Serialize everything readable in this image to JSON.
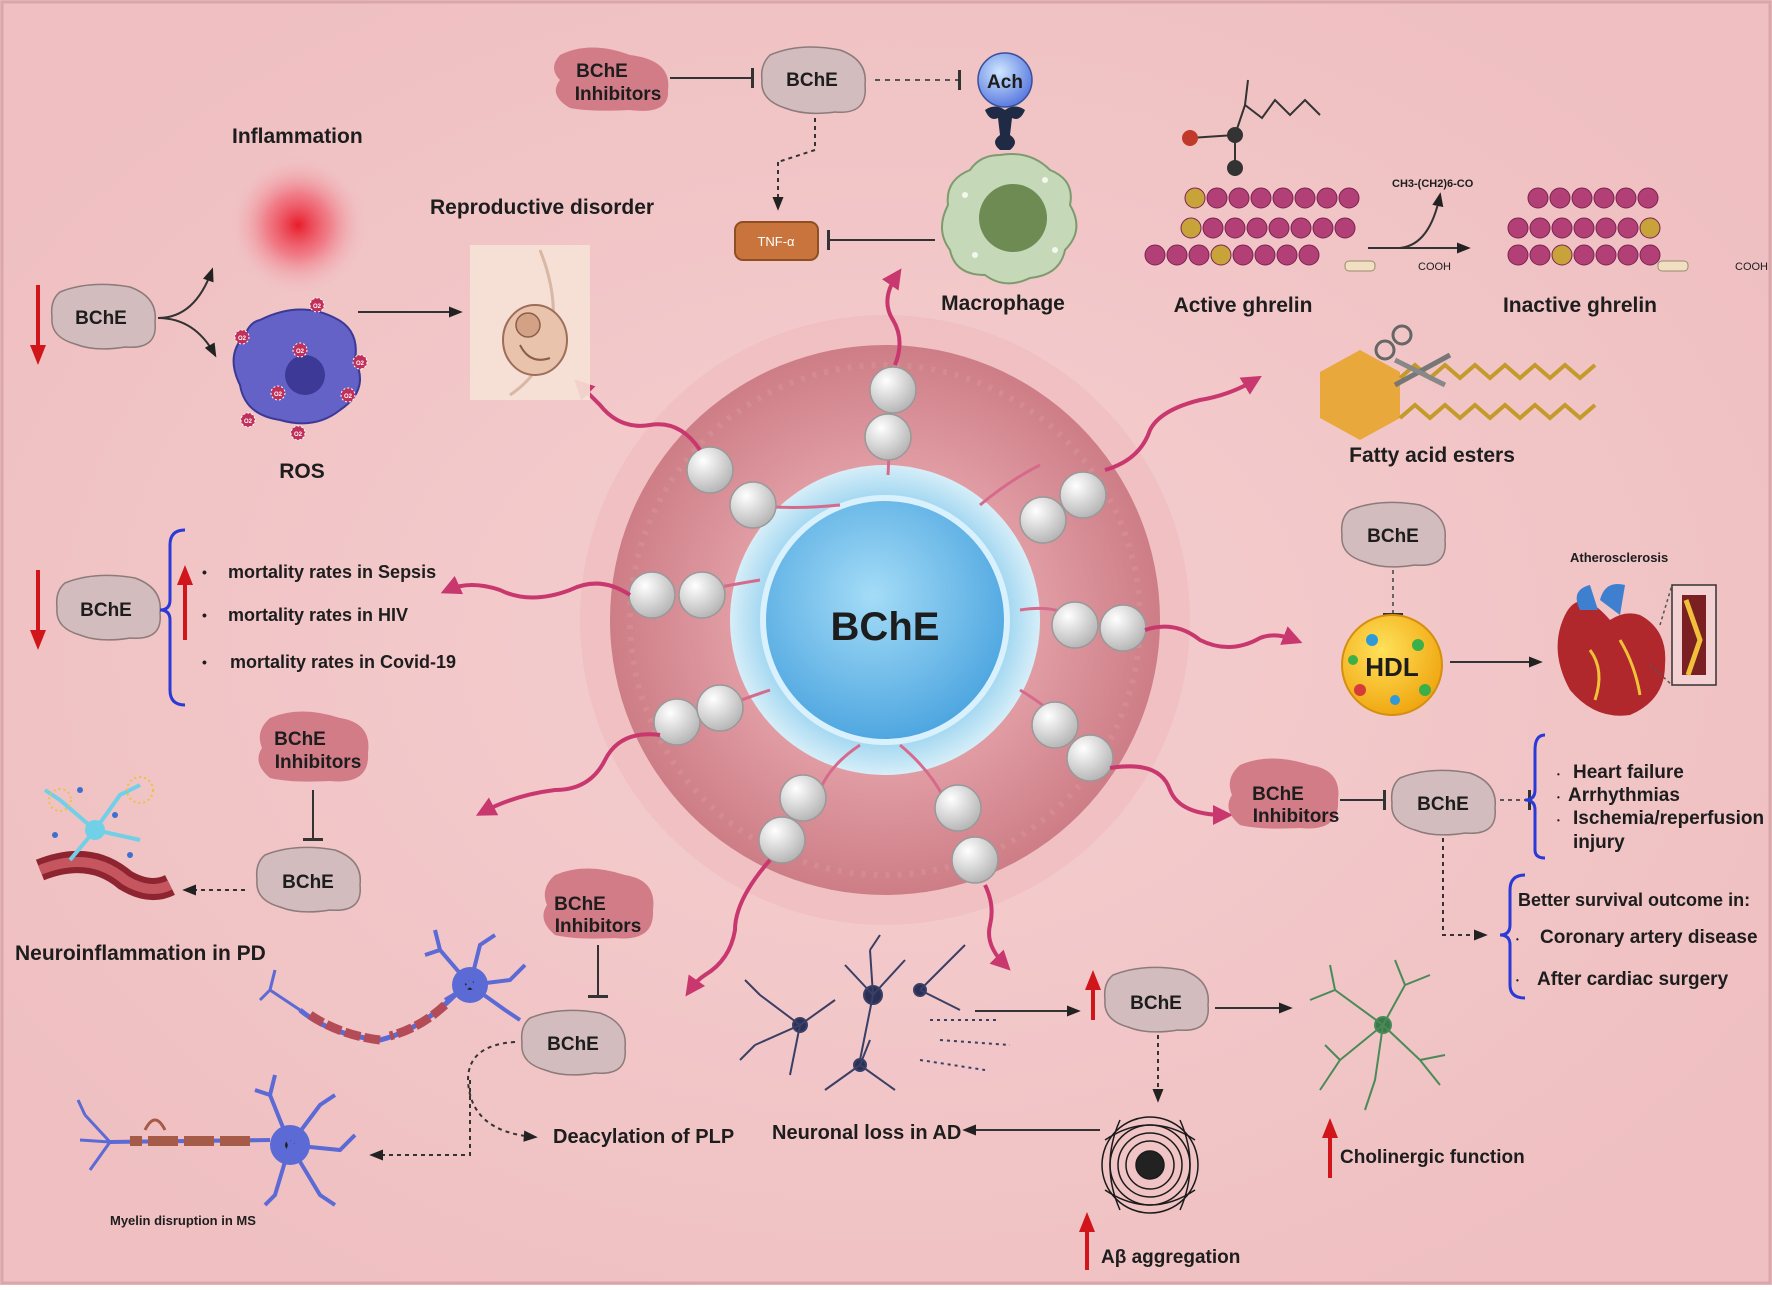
{
  "center": {
    "label": "BChE"
  },
  "top": {
    "bche": "BChE",
    "inhibitors": "BChE\nInhibitors",
    "ach": "Ach",
    "tnf": "TNF-α",
    "macrophage": "Macrophage"
  },
  "ghrelin": {
    "active": "Active ghrelin",
    "inactive": "Inactive ghrelin",
    "formula": "CH3-(CH2)6-CO",
    "cooh_left": "COOH",
    "cooh_right": "COOH"
  },
  "fatty": {
    "label": "Fatty acid esters"
  },
  "hdl": {
    "bche": "BChE",
    "hdl": "HDL",
    "atherosclerosis": "Atherosclerosis"
  },
  "cardio": {
    "inhibitors": "BChE\nInhibitors",
    "bche": "BChE",
    "effects": [
      "Heart failure",
      "Arrhythmias",
      "Ischemia/reperfusion",
      "injury"
    ],
    "survival_title": "Better survival outcome in:",
    "survival_items": [
      "Coronary artery disease",
      "After  cardiac surgery"
    ]
  },
  "ad": {
    "bche": "BChE",
    "neuronal_loss": "Neuronal loss in AD",
    "cholinergic": "Cholinergic function",
    "abeta": "Aβ aggregation"
  },
  "ms": {
    "inhibitors": "BChE\nInhibitors",
    "bche": "BChE",
    "plp": "Deacylation of PLP",
    "myelin": "Myelin disruption  in MS"
  },
  "pd": {
    "inhibitors": "BChE\nInhibitors",
    "bche": "BChE",
    "label": "Neuroinflammation in PD"
  },
  "mortality": {
    "bche": "BChE",
    "items": [
      "mortality rates in Sepsis",
      "mortality rates in HIV",
      "mortality rates in Covid-19"
    ]
  },
  "inflammation": {
    "bche": "BChE",
    "inflammation": "Inflammation",
    "ros": "ROS",
    "reproductive": "Reproductive disorder",
    "ros_mark": "O2"
  },
  "colors": {
    "background": "#f2c4c6",
    "arrow": "#c8386e",
    "blob": "#d3bcbd",
    "inhibitor": "#d27c88",
    "up_down": "#d0161a",
    "bracket": "#2b3ad6"
  }
}
